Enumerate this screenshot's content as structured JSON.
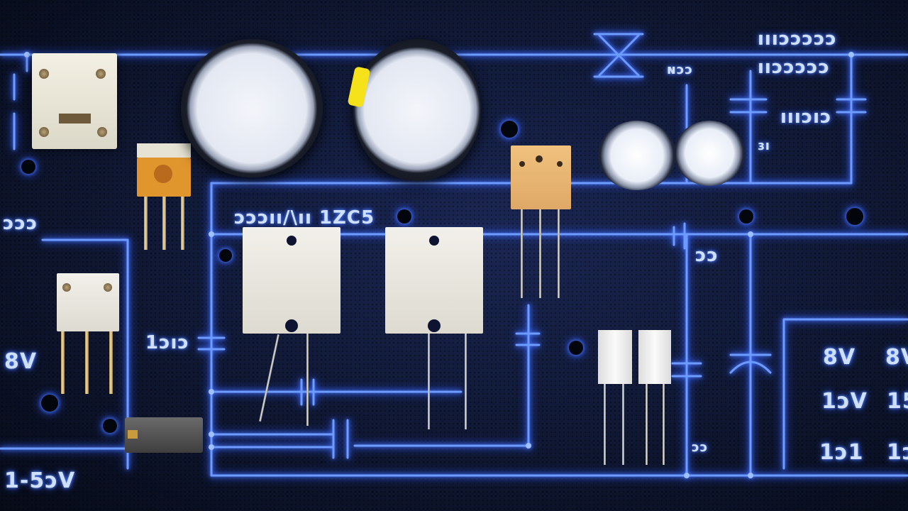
{
  "scene": {
    "description_colors": {
      "background": "#0b1224",
      "wire": "#5b8dff",
      "wire_glow": "#2e5bff",
      "label": "#cfe0ff"
    }
  },
  "labels": {
    "top_right_code_1": "ıııɔɔɔɔɔ",
    "top_right_code_2": "ııɔɔɔɔɔ",
    "right_mid": "ıııɔıɔ",
    "right_small": "ɜı",
    "center_code": "ɔɔɔıı/\\ıı 1ZC5",
    "left_code": "ɔɔɔ",
    "left_value": "1ɔıɔ",
    "left_8v": "8V",
    "left_bottom": "1-5ɔV",
    "right_8v_a": "8V",
    "right_8v_b": "8V",
    "right_10v": "1ɔV",
    "right_15": "15",
    "right_10_a": "1ɔ1",
    "right_10_b": "1ɔ",
    "mid_00": "ɔɔ",
    "mid_right_num": "ɔɔ",
    "nv": "ɴɔɔ"
  }
}
